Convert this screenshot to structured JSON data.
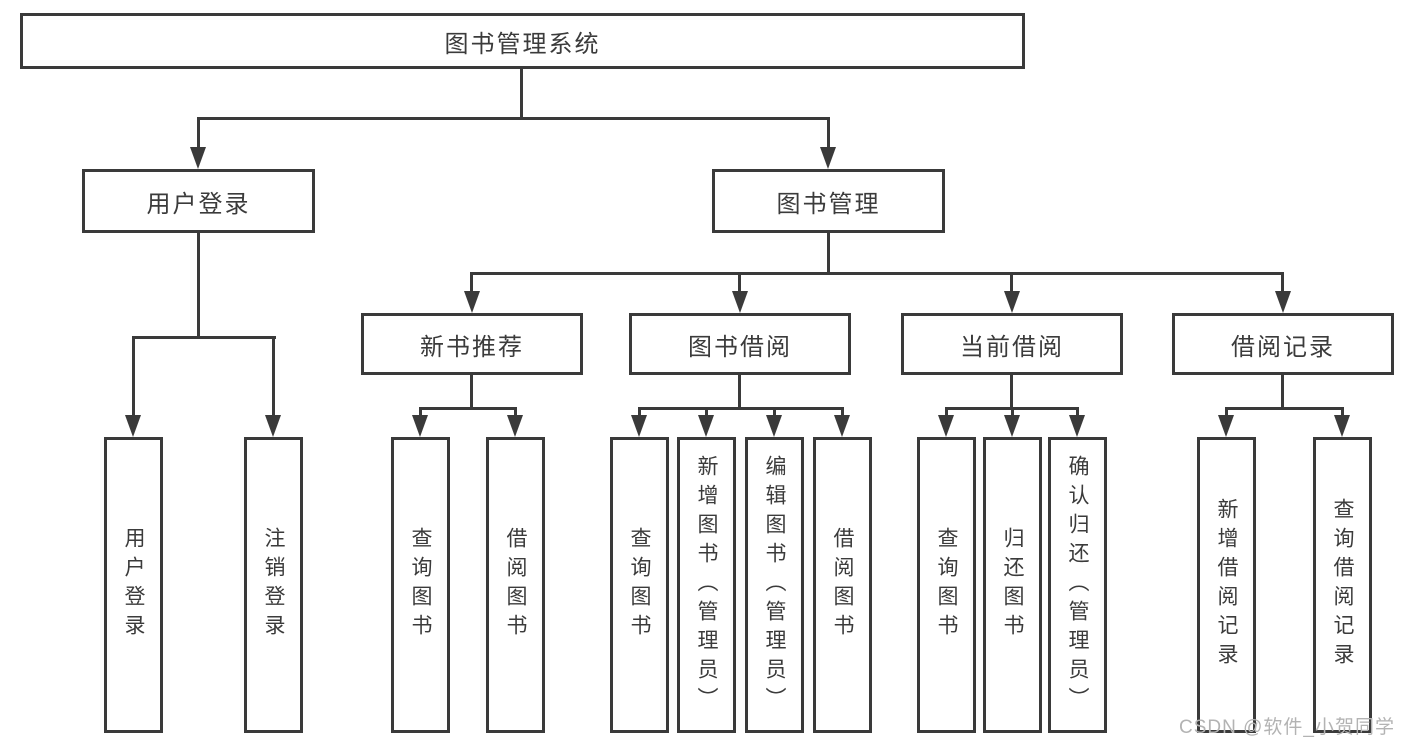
{
  "colors": {
    "line": "#3a3a3a",
    "text": "#3b3b3b",
    "watermark": "#b3b3b3",
    "background": "#ffffff"
  },
  "watermark": {
    "text": "CSDN @软件_小贺同学"
  },
  "diagram": {
    "root": {
      "label": "图书管理系统"
    },
    "level2": [
      {
        "label": "用户登录"
      },
      {
        "label": "图书管理"
      }
    ],
    "level3": [
      {
        "label": "新书推荐"
      },
      {
        "label": "图书借阅"
      },
      {
        "label": "当前借阅"
      },
      {
        "label": "借阅记录"
      }
    ],
    "leaves": {
      "user_login": [
        {
          "label": "用户登录"
        },
        {
          "label": "注销登录"
        }
      ],
      "new_book": [
        {
          "label": "查询图书"
        },
        {
          "label": "借阅图书"
        }
      ],
      "book_borrow": [
        {
          "label": "查询图书"
        },
        {
          "label": "新增图书（管理员）"
        },
        {
          "label": "编辑图书（管理员）"
        },
        {
          "label": "借阅图书"
        }
      ],
      "current_borrow": [
        {
          "label": "查询图书"
        },
        {
          "label": "归还图书"
        },
        {
          "label": "确认归还（管理员）"
        }
      ],
      "borrow_records": [
        {
          "label": "新增借阅记录"
        },
        {
          "label": "查询借阅记录"
        }
      ]
    }
  }
}
